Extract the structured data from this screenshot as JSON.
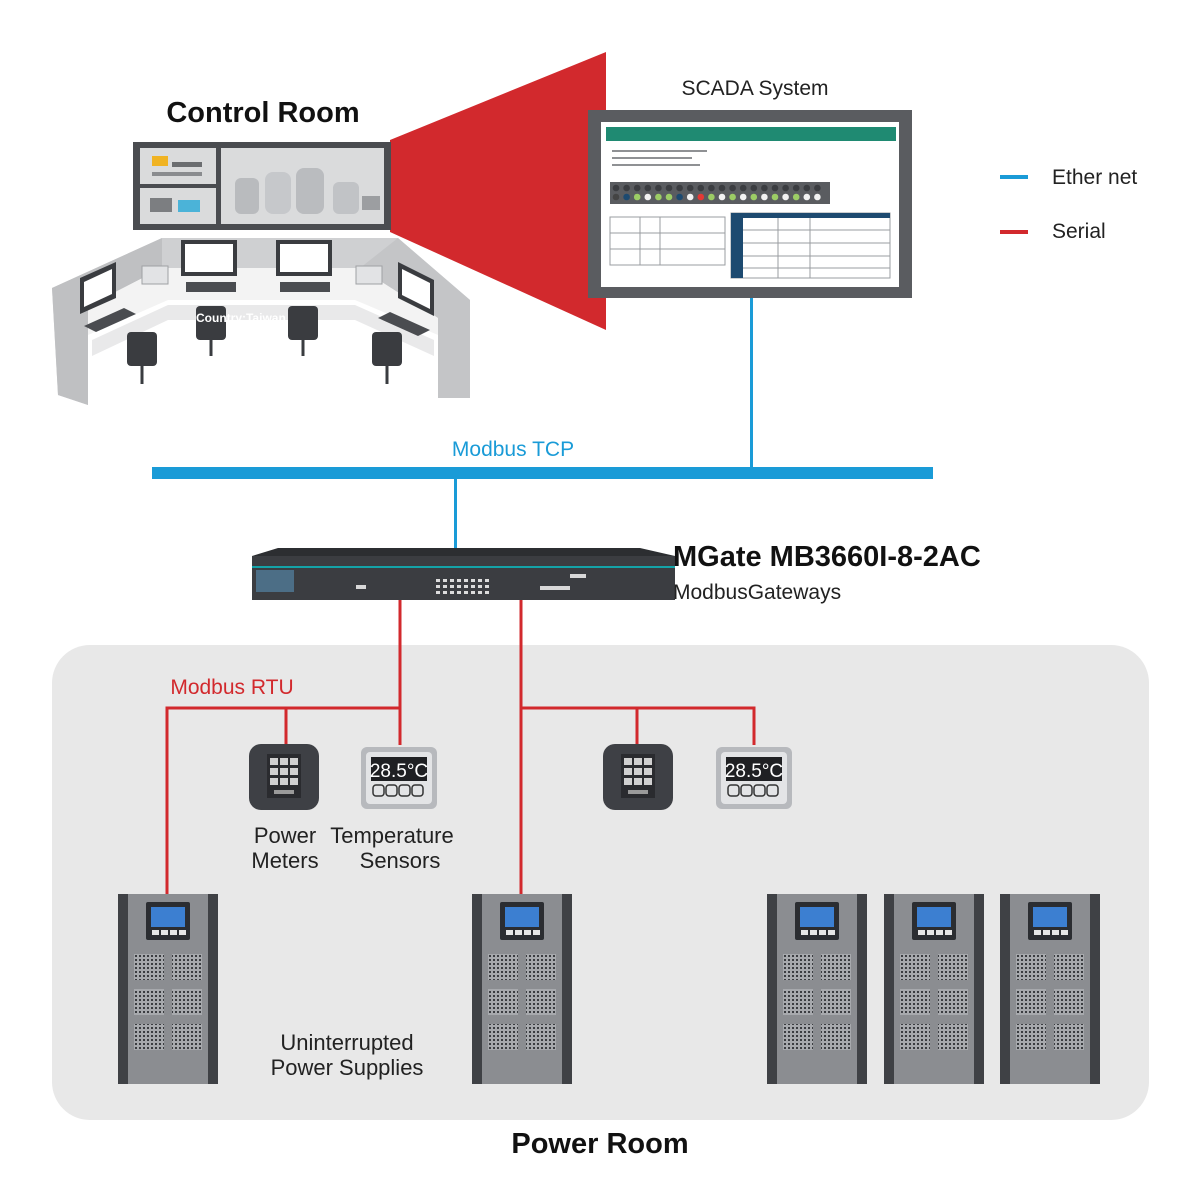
{
  "labels": {
    "control_room": "Control Room",
    "scada": "SCADA System",
    "country": "Country:Taiwan",
    "modbus_tcp": "Modbus TCP",
    "gateway_model": "MGate MB3660I-8-2AC",
    "gateway_type": "ModbusGateways",
    "modbus_rtu": "Modbus RTU",
    "power_meters_1": "Power",
    "power_meters_2": "Meters",
    "temp_sensors_1": "Temperature",
    "temp_sensors_2": "Sensors",
    "ups_1": "Uninterrupted",
    "ups_2": "Power Supplies",
    "power_room": "Power Room",
    "temp_reading": "28.5°C"
  },
  "legend": [
    {
      "label": "Ether net",
      "color": "#1a9bd7"
    },
    {
      "label": "Serial",
      "color": "#d2292d"
    }
  ],
  "colors": {
    "ethernet": "#1a9bd7",
    "serial": "#d2292d",
    "power_room_bg": "#e8e8e8",
    "ups_body": "#8b8d91",
    "device_dark": "#3e4045",
    "scada_header": "#1f8a72"
  }
}
